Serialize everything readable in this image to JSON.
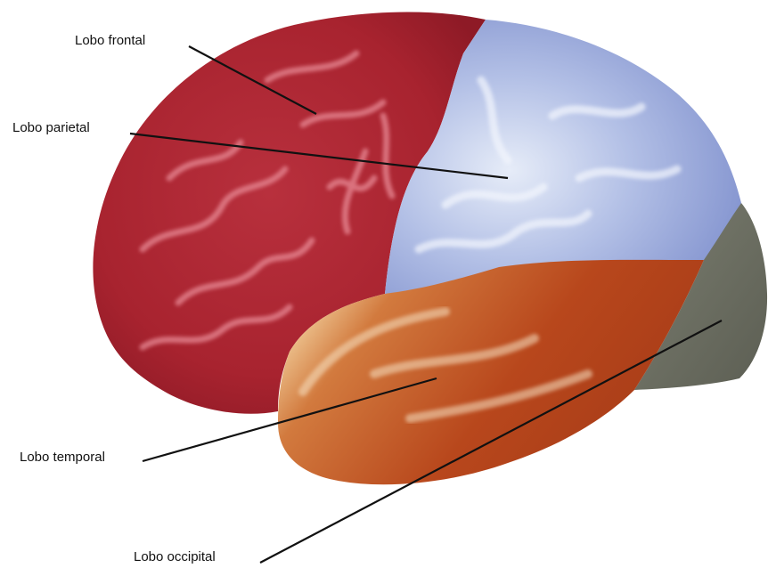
{
  "diagram": {
    "lobes": [
      {
        "key": "frontal",
        "label": "Lobo frontal",
        "color": "#a8232f"
      },
      {
        "key": "parietal",
        "label": "Lobo parietal",
        "color": "#8f9fd6"
      },
      {
        "key": "temporal",
        "label": "Lobo temporal",
        "color": "#b8471c"
      },
      {
        "key": "occipital",
        "label": "Lobo occipital",
        "color": "#6c6e62"
      }
    ]
  }
}
